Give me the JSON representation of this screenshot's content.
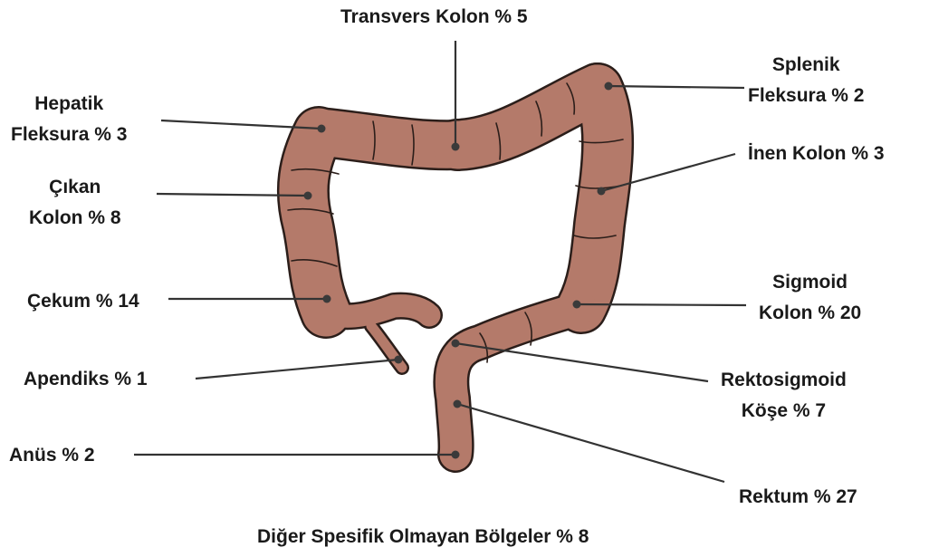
{
  "colors": {
    "colon_fill": "#b47a6a",
    "colon_outline": "#2b1e1a",
    "leader_line": "#333333",
    "dot": "#3a3a3a",
    "text": "#1a1a1a"
  },
  "regions": {
    "transverse": {
      "line1": "Transvers Kolon % 5"
    },
    "splenic": {
      "line1": "Splenik",
      "line2": "Fleksura % 2"
    },
    "hepatic": {
      "line1": "Hepatik",
      "line2": "Fleksura % 3"
    },
    "descending": {
      "line1": "İnen Kolon % 3"
    },
    "ascending": {
      "line1": "Çıkan",
      "line2": "Kolon % 8"
    },
    "cecum": {
      "line1": "Çekum % 14"
    },
    "sigmoid": {
      "line1": "Sigmoid",
      "line2": "Kolon % 20"
    },
    "appendix": {
      "line1": "Apendiks % 1"
    },
    "rectosigmoid": {
      "line1": "Rektosigmoid",
      "line2": "Köşe % 7"
    },
    "anus": {
      "line1": "Anüs % 2"
    },
    "rectum": {
      "line1": "Rektum % 27"
    }
  },
  "footer": {
    "text": "Diğer Spesifik Olmayan Bölgeler % 8"
  }
}
